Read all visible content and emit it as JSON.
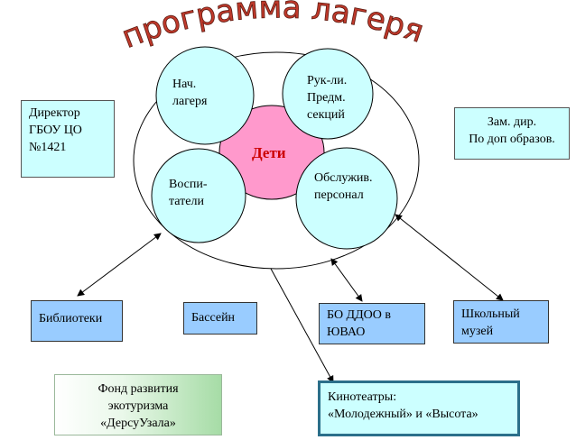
{
  "title": "программа лагеря",
  "colors": {
    "title": "#c0392b",
    "circle_fill": "#ccffff",
    "center_fill": "#ff99cc",
    "box_blue": "#99ccff",
    "box_cyan": "#ccffff",
    "box_thick_border": "#2b6f8a"
  },
  "center": "Дети",
  "circles": {
    "head": [
      "Нач.",
      "лагеря"
    ],
    "section_leaders": [
      "Рук-ли.",
      "Предм.",
      "секций"
    ],
    "educators": [
      "Воспи-",
      "татели"
    ],
    "staff": [
      "Обслужив.",
      "персонал"
    ]
  },
  "boxes": {
    "director": [
      "Директор",
      "ГБОУ ЦО",
      "№1421"
    ],
    "deputy": [
      "Зам. дир.",
      "По доп образов."
    ],
    "libraries": "Библиотеки",
    "pool": "Бассейн",
    "bo_ddoo": [
      "БО ДДОО в",
      "ЮВАО"
    ],
    "school_museum": [
      "Школьный",
      "музей"
    ],
    "fund": [
      "Фонд развития",
      "экотуризма",
      "«ДерсуУзала»"
    ],
    "cinemas": [
      "Кинотеатры:",
      "«Молодежный» и «Высота»"
    ]
  }
}
